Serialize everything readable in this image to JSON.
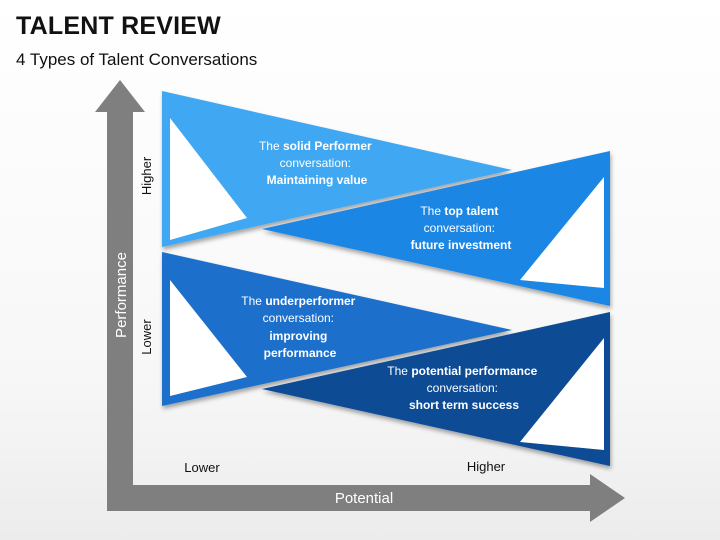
{
  "header": {
    "title": "TALENT REVIEW",
    "subtitle": "4 Types of Talent Conversations"
  },
  "axes": {
    "y_label": "Performance",
    "x_label": "Potential",
    "y_high": "Higher",
    "y_low": "Lower",
    "x_low": "Lower",
    "x_high": "Higher"
  },
  "colors": {
    "axis": "#7f7f7f",
    "solid_performer": "#3fa7f2",
    "top_talent": "#1e86e4",
    "underperformer": "#1a6fcb",
    "potential_performance": "#0c4b94"
  },
  "quadrants": {
    "solid": {
      "line1_pre": "The ",
      "line1_bold": "solid Performer",
      "line2": "conversation:",
      "line3": "Maintaining  value"
    },
    "top": {
      "line1_pre": "The ",
      "line1_bold": "top talent",
      "line2": "conversation:",
      "line3": "future investment"
    },
    "under": {
      "line1_pre": "The ",
      "line1_bold": "underperformer",
      "line2": "conversation:",
      "line3": "improving",
      "line4": "performance"
    },
    "potential": {
      "line1_pre": "The ",
      "line1_bold": "potential performance",
      "line2": "conversation:",
      "line3": "short term success"
    }
  }
}
